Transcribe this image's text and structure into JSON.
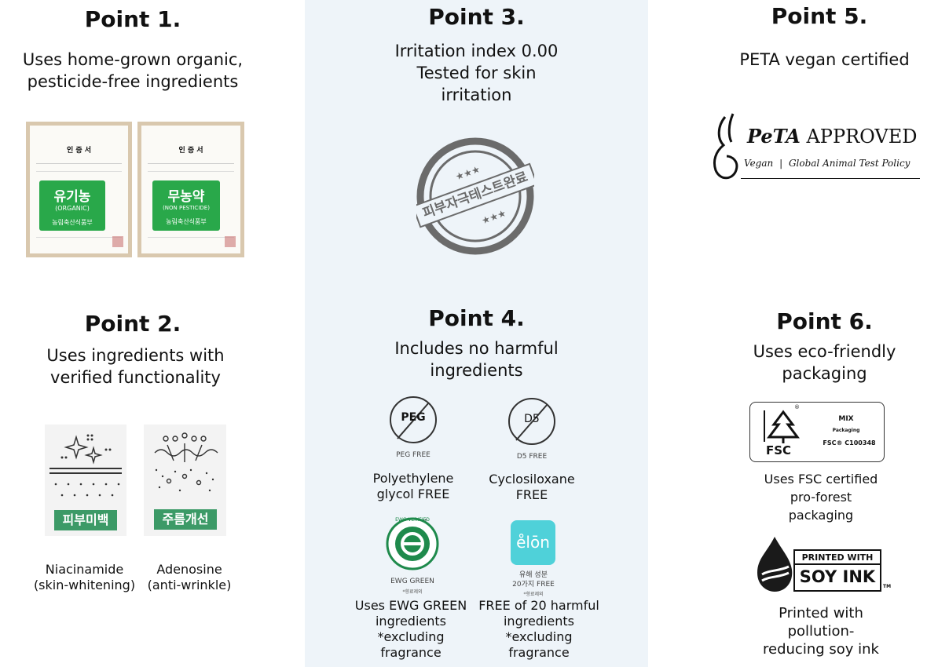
{
  "points": {
    "p1": {
      "title": "Point 1.",
      "desc_lines": [
        "Uses home-grown organic,",
        "pesticide-free ingredients"
      ],
      "cert_left": {
        "heading": "인 증 서",
        "badge_main": "유기농",
        "badge_sub": "(ORGANIC)",
        "badge_issuer": "농림축산식품부"
      },
      "cert_right": {
        "heading": "인 증 서",
        "badge_main": "무농약",
        "badge_sub": "(NON PESTICIDE)",
        "badge_issuer": "농림축산식품부"
      }
    },
    "p2": {
      "title": "Point 2.",
      "desc_lines": [
        "Uses ingredients with",
        "verified functionality"
      ],
      "items": [
        {
          "tag": "피부미백",
          "caption_lines": [
            "Niacinamide",
            "(skin-whitening)"
          ]
        },
        {
          "tag": "주름개선",
          "caption_lines": [
            "Adenosine",
            "(anti-wrinkle)"
          ]
        }
      ]
    },
    "p3": {
      "title": "Point 3.",
      "desc_lines": [
        "Irritation index 0.00",
        "Tested for skin",
        "irritation"
      ],
      "stamp_text": "피부자극테스트완료"
    },
    "p4": {
      "title": "Point 4.",
      "desc_lines": [
        "Includes no harmful",
        "ingredients"
      ],
      "items": [
        {
          "badge": "PEG",
          "small_label": "PEG FREE",
          "caption_lines": [
            "Polyethylene",
            "glycol FREE"
          ]
        },
        {
          "badge": "D5",
          "small_label": "D5 FREE",
          "caption_lines": [
            "Cyclosiloxane",
            "FREE"
          ]
        },
        {
          "badge": "EWG VERIFIED",
          "small_label": "EWG GREEN",
          "tiny_note": "*향료제외",
          "caption_lines": [
            "Uses EWG GREEN",
            "ingredients",
            "*excluding",
            "fragrance"
          ]
        },
        {
          "badge": "e̊lōn",
          "small_label_lines": [
            "유해 성분",
            "20가지 FREE"
          ],
          "tiny_note": "*향료제외",
          "caption_lines": [
            "FREE of 20 harmful",
            "ingredients",
            "*excluding",
            "fragrance"
          ]
        }
      ]
    },
    "p5": {
      "title": "Point 5.",
      "desc_lines": [
        "PETA vegan certified"
      ],
      "logo": {
        "brand_a": "PeTA",
        "brand_b": " APPROVED",
        "sub_left": "Vegan",
        "sub_right": "Global Animal Test Policy"
      }
    },
    "p6": {
      "title": "Point 6.",
      "desc_lines": [
        "Uses eco-friendly",
        "packaging"
      ],
      "fsc": {
        "label": "FSC",
        "mix": "MIX",
        "packaging": "Packaging",
        "code": "FSC® C100348",
        "caption_lines": [
          "Uses FSC certified",
          "pro-forest",
          "packaging"
        ]
      },
      "soy": {
        "line1": "PRINTED WITH",
        "line2": "SOY INK",
        "tm": "TM",
        "caption_lines": [
          "Printed with",
          "pollution-",
          "reducing soy ink"
        ]
      }
    }
  },
  "colors": {
    "green": "#29a84a",
    "tag_green": "#3c9a67",
    "elon_teal": "#4fd1d9",
    "panel_bg": "#eef4f9"
  }
}
